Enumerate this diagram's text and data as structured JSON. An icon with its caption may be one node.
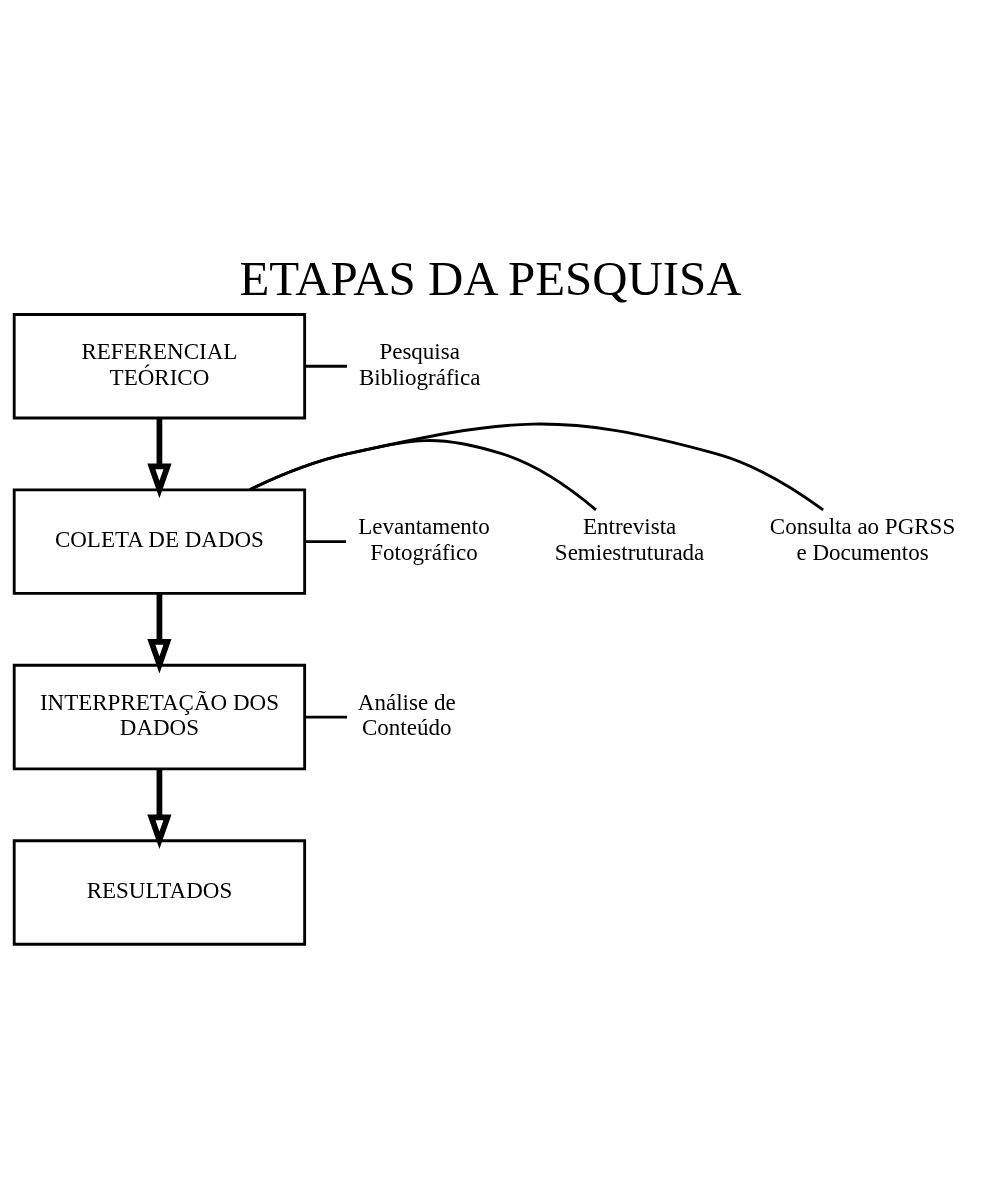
{
  "diagram": {
    "title": "ETAPAS DA PESQUISA",
    "nodes": [
      {
        "text": [
          "REFERENCIAL TEÓRICO"
        ]
      },
      {
        "text": [
          "Pesquisa Bibliográfica"
        ]
      },
      {
        "text": [
          "COLETA DE DADOS"
        ]
      },
      {
        "text": [
          "Consulta ao PGRSS e Documentos"
        ]
      },
      {
        "text": [
          "Entrevista Semiestruturada"
        ]
      },
      {
        "text": [
          "Levantamento Fotográfico"
        ]
      },
      {
        "text": [
          "INTERPRETAÇÃO DOS DADOS"
        ]
      },
      {
        "text": [
          "Análise de Conteúdo"
        ]
      },
      {
        "text": [
          "RESULTADOS"
        ]
      }
    ],
    "edges": [
      {
        "from": 0,
        "to": 1,
        "arrow": "none"
      },
      {
        "from": 0,
        "to": 2,
        "arrow": "to",
        "style": "thick"
      },
      {
        "from": 2,
        "to": 3,
        "arrow": "none"
      },
      {
        "from": 2,
        "to": 4,
        "arrow": "none"
      },
      {
        "from": 2,
        "to": 5,
        "arrow": "none"
      },
      {
        "from": 2,
        "to": 6,
        "arrow": "to",
        "style": "thick"
      },
      {
        "from": 6,
        "to": 7,
        "arrow": "none"
      },
      {
        "from": 6,
        "to": 8,
        "arrow": "to",
        "style": "thick"
      }
    ]
  }
}
